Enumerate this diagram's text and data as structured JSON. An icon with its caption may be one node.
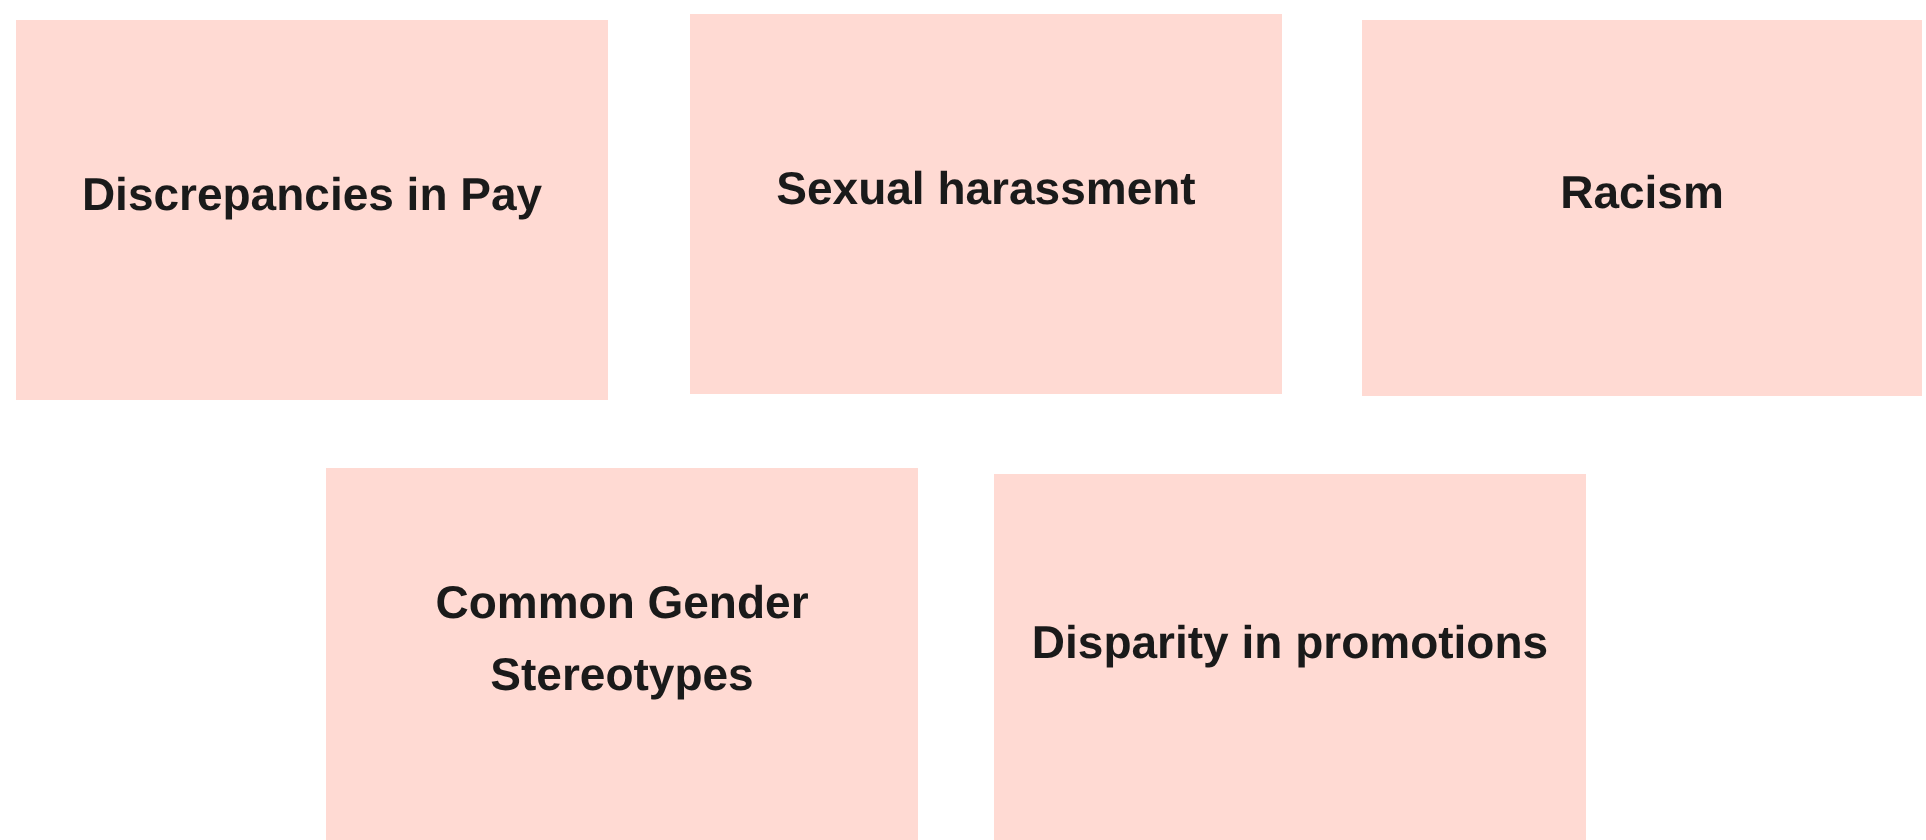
{
  "diagram": {
    "nodes": [
      {
        "text": [
          "Discrepancies in Pay"
        ]
      },
      {
        "text": [
          "Sexual harassment"
        ]
      },
      {
        "text": [
          "Racism"
        ]
      },
      {
        "text": [
          "Common Gender Stereotypes"
        ]
      },
      {
        "text": [
          "Disparity in promotions"
        ]
      }
    ]
  }
}
